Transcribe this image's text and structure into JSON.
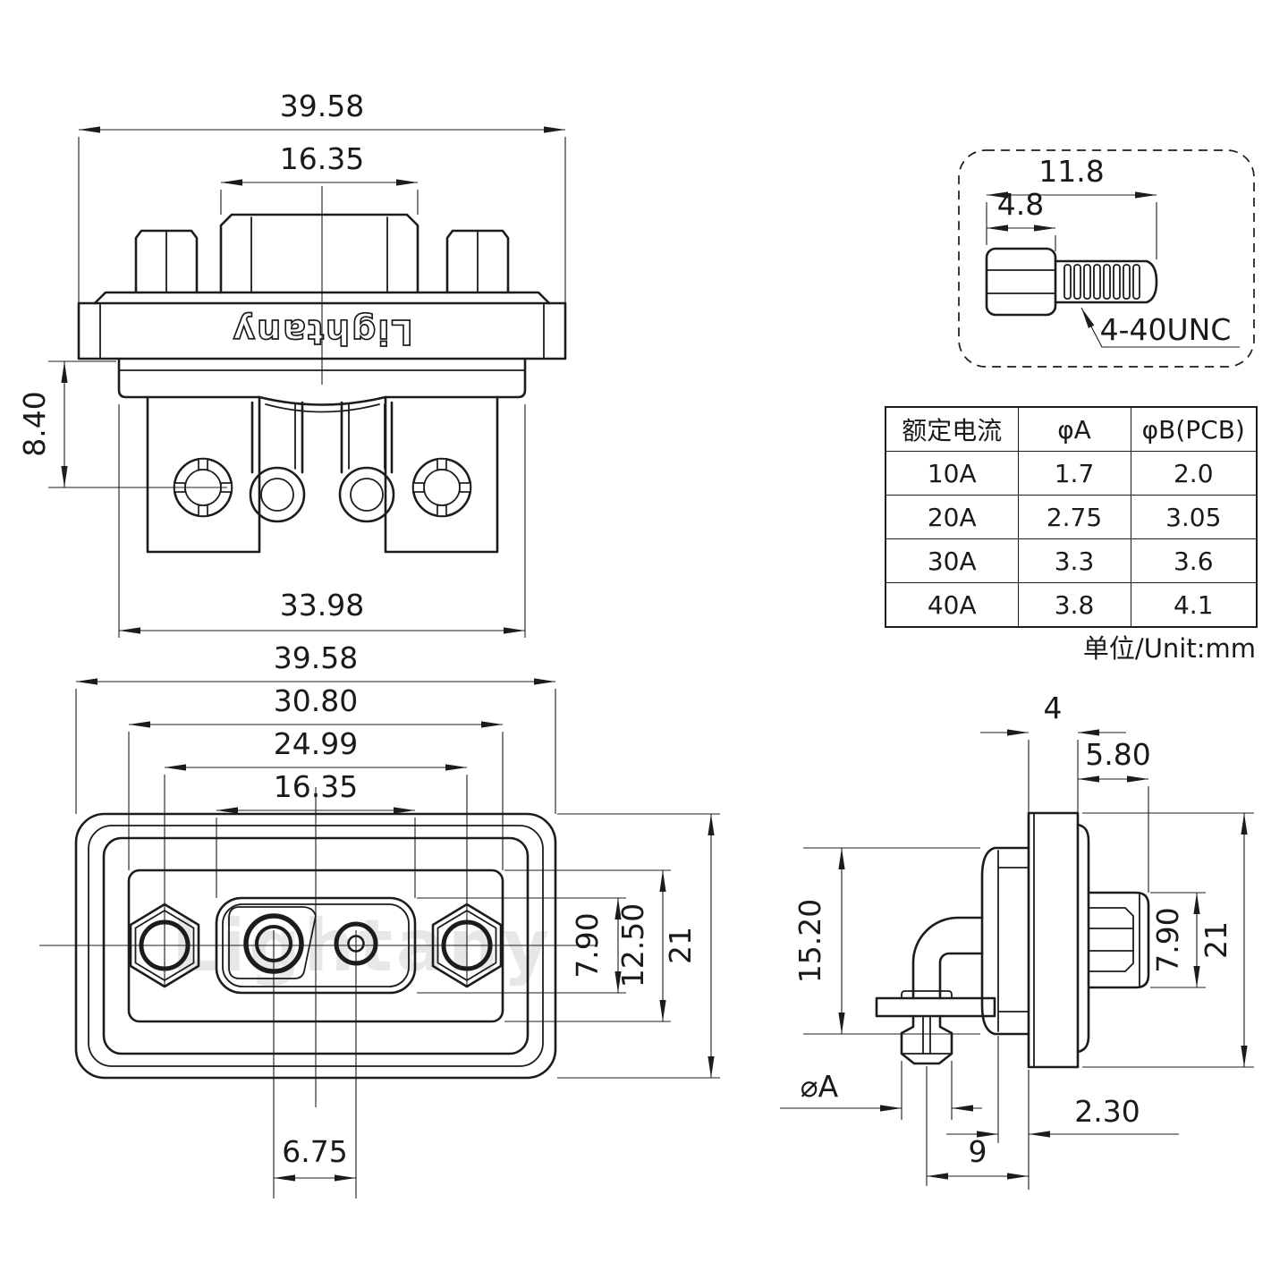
{
  "brand_logo": "Lightany",
  "watermark": "Lightany",
  "views": {
    "rear": {
      "dims": {
        "overall_width": "39.58",
        "shield_width": "16.35",
        "flange_to_hole": "8.40",
        "body_width": "33.98"
      }
    },
    "screw_detail": {
      "thread_spec": "4-40UNC",
      "dims": {
        "total_length": "11.8",
        "head_length": "4.8"
      }
    },
    "front": {
      "dims": {
        "overall_width": "39.58",
        "panel_width": "30.80",
        "mount_hole_pitch": "24.99",
        "opening_width": "16.35",
        "opening_height": "7.90",
        "insert_height": "12.50",
        "overall_height": "21",
        "contact_pitch": "6.75"
      }
    },
    "side": {
      "dims": {
        "flange_thickness": "4",
        "shield_depth": "5.80",
        "body_height": "15.20",
        "shield_height": "7.90",
        "overall_height": "21",
        "pin_diameter": "⌀A",
        "pin_clearance": "2.30",
        "pin_to_flange": "9"
      }
    }
  },
  "spec_table": {
    "headers": [
      "额定电流",
      "φA",
      "φB(PCB)"
    ],
    "rows": [
      [
        "10A",
        "1.7",
        "2.0"
      ],
      [
        "20A",
        "2.75",
        "3.05"
      ],
      [
        "30A",
        "3.3",
        "3.6"
      ],
      [
        "40A",
        "3.8",
        "4.1"
      ]
    ],
    "unit_note": "单位/Unit:mm"
  }
}
